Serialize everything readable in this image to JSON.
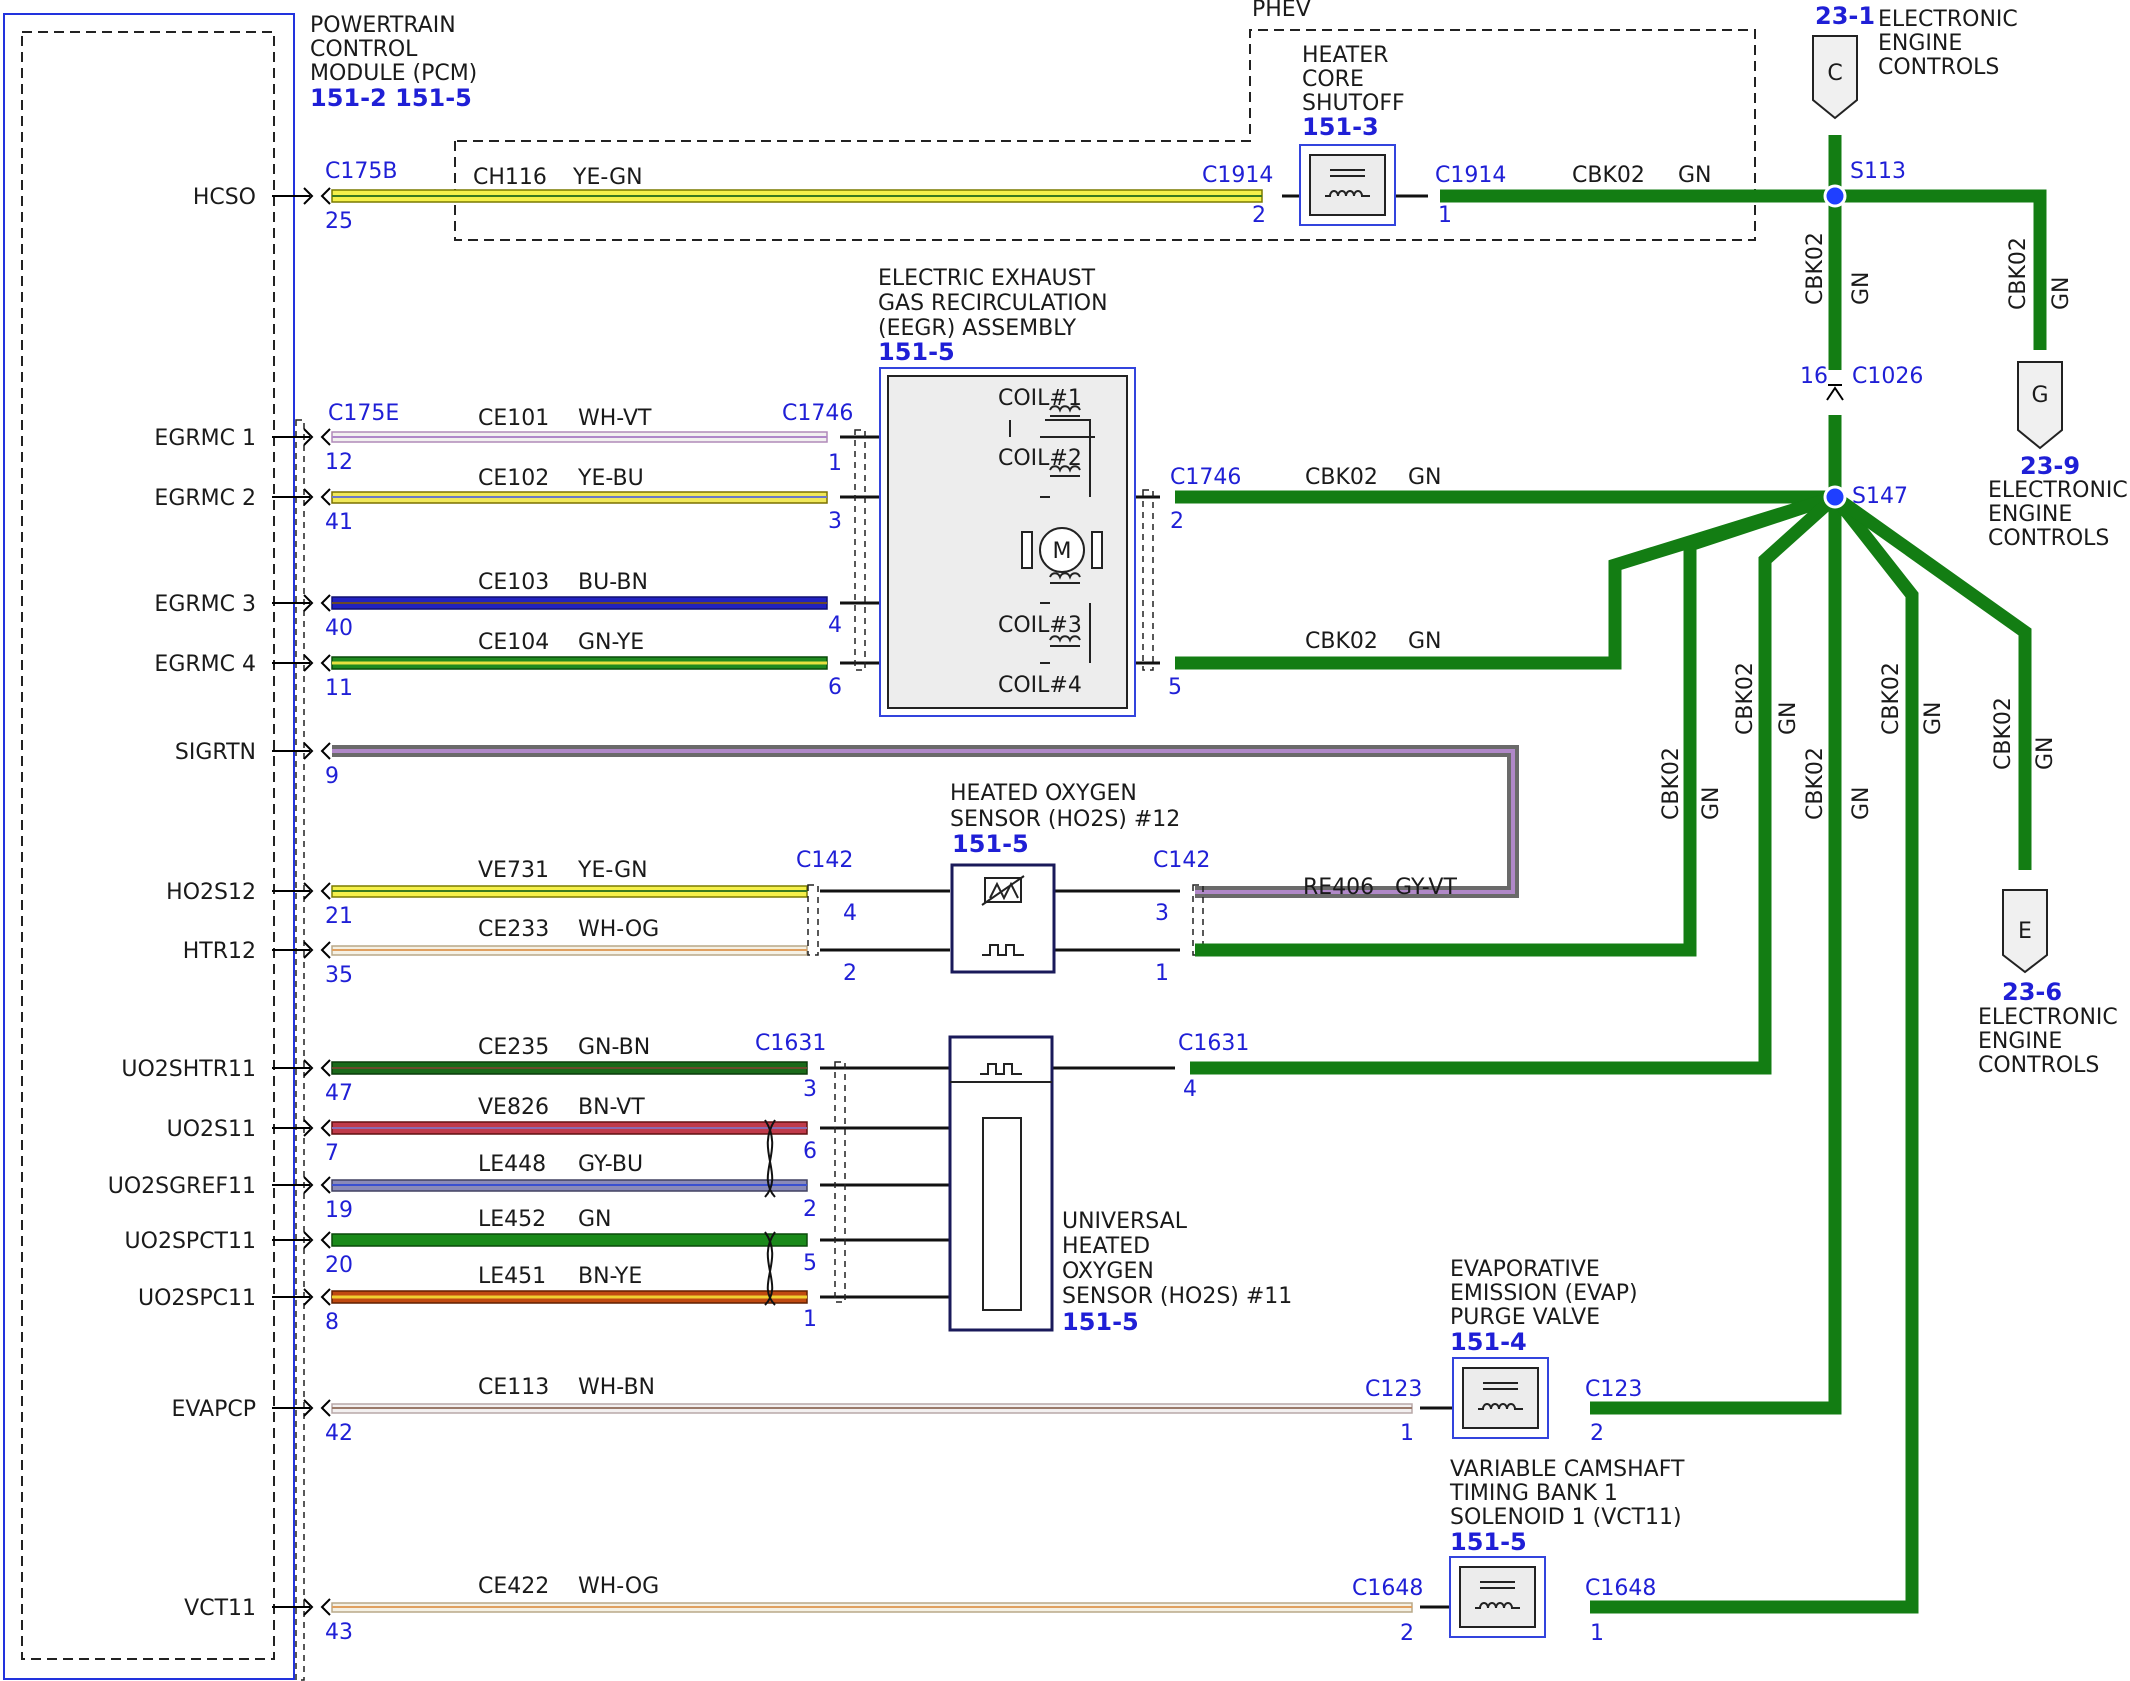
{
  "colors": {
    "splice_blue": "#1f3fff",
    "ground_green": "#137d13",
    "text_blue": "#1f1fd6",
    "box_blue": "#3344dd"
  },
  "pcm": {
    "title_lines": [
      "POWERTRAIN",
      "CONTROL",
      "MODULE (PCM)"
    ],
    "refs": "151-2 151-5"
  },
  "phev_label": "PHEV",
  "components": {
    "heater_core": {
      "lines": [
        "HEATER",
        "CORE",
        "SHUTOFF"
      ],
      "ref": "151-3"
    },
    "eegr": {
      "lines": [
        "ELECTRIC EXHAUST",
        "GAS RECIRCULATION",
        "(EEGR) ASSEMBLY"
      ],
      "ref": "151-5",
      "coils": [
        "COIL#1",
        "COIL#2",
        "COIL#3",
        "COIL#4"
      ],
      "motor": "M"
    },
    "ho2s12": {
      "lines": [
        "HEATED OXYGEN",
        "SENSOR (HO2S) #12"
      ],
      "ref": "151-5"
    },
    "uho2s11": {
      "lines": [
        "UNIVERSAL",
        "HEATED",
        "OXYGEN",
        "SENSOR (HO2S) #11"
      ],
      "ref": "151-5"
    },
    "evap": {
      "lines": [
        "EVAPORATIVE",
        "EMISSION (EVAP)",
        "PURGE VALVE"
      ],
      "ref": "151-4"
    },
    "vct": {
      "lines": [
        "VARIABLE CAMSHAFT",
        "TIMING BANK 1",
        "SOLENOID 1 (VCT11)"
      ],
      "ref": "151-5"
    }
  },
  "pcm_connectors": {
    "c175b": "C175B",
    "c175e": "C175E"
  },
  "signals": [
    {
      "name": "HCSO",
      "pin": "25",
      "circuit": "CH116",
      "color": "YE-GN"
    },
    {
      "name": "EGRMC 1",
      "pin": "12",
      "circuit": "CE101",
      "color": "WH-VT"
    },
    {
      "name": "EGRMC 2",
      "pin": "41",
      "circuit": "CE102",
      "color": "YE-BU"
    },
    {
      "name": "EGRMC 3",
      "pin": "40",
      "circuit": "CE103",
      "color": "BU-BN"
    },
    {
      "name": "EGRMC 4",
      "pin": "11",
      "circuit": "CE104",
      "color": "GN-YE"
    },
    {
      "name": "SIGRTN",
      "pin": "9",
      "circuit": "RE406",
      "color": "GY-VT"
    },
    {
      "name": "HO2S12",
      "pin": "21",
      "circuit": "VE731",
      "color": "YE-GN"
    },
    {
      "name": "HTR12",
      "pin": "35",
      "circuit": "CE233",
      "color": "WH-OG"
    },
    {
      "name": "UO2SHTR11",
      "pin": "47",
      "circuit": "CE235",
      "color": "GN-BN"
    },
    {
      "name": "UO2S11",
      "pin": "7",
      "circuit": "VE826",
      "color": "BN-VT"
    },
    {
      "name": "UO2SGREF11",
      "pin": "19",
      "circuit": "LE448",
      "color": "GY-BU"
    },
    {
      "name": "UO2SPCT11",
      "pin": "20",
      "circuit": "LE452",
      "color": "GN"
    },
    {
      "name": "UO2SPC11",
      "pin": "8",
      "circuit": "LE451",
      "color": "BN-YE"
    },
    {
      "name": "EVAPCP",
      "pin": "42",
      "circuit": "CE113",
      "color": "WH-BN"
    },
    {
      "name": "VCT11",
      "pin": "43",
      "circuit": "CE422",
      "color": "WH-OG"
    }
  ],
  "connectors": {
    "c1914": "C1914",
    "c1746": "C1746",
    "c142": "C142",
    "c1631": "C1631",
    "c123": "C123",
    "c1648": "C1648",
    "c1026": "C1026"
  },
  "component_pins": {
    "hcso_in": "2",
    "hcso_out": "1",
    "eegr_in": [
      "1",
      "3",
      "4",
      "6"
    ],
    "eegr_out": [
      "2",
      "5"
    ],
    "ho2s12_in": [
      "4",
      "2"
    ],
    "ho2s12_out": [
      "3",
      "1"
    ],
    "uho2s11_in": [
      "3",
      "6",
      "2",
      "5",
      "1"
    ],
    "uho2s11_out": "4",
    "evap_in": "1",
    "evap_out": "2",
    "vct_in": "2",
    "vct_out": "1",
    "c1026_pin": "16"
  },
  "splices": {
    "s113": "S113",
    "s147": "S147"
  },
  "ground_circuit": {
    "circuit": "CBK02",
    "color": "GN"
  },
  "offpage": [
    {
      "letter": "C",
      "ref": "23-1",
      "lines": [
        "ELECTRONIC",
        "ENGINE",
        "CONTROLS"
      ]
    },
    {
      "letter": "G",
      "ref": "23-9",
      "lines": [
        "ELECTRONIC",
        "ENGINE",
        "CONTROLS"
      ]
    },
    {
      "letter": "E",
      "ref": "23-6",
      "lines": [
        "ELECTRONIC",
        "ENGINE",
        "CONTROLS"
      ]
    }
  ]
}
